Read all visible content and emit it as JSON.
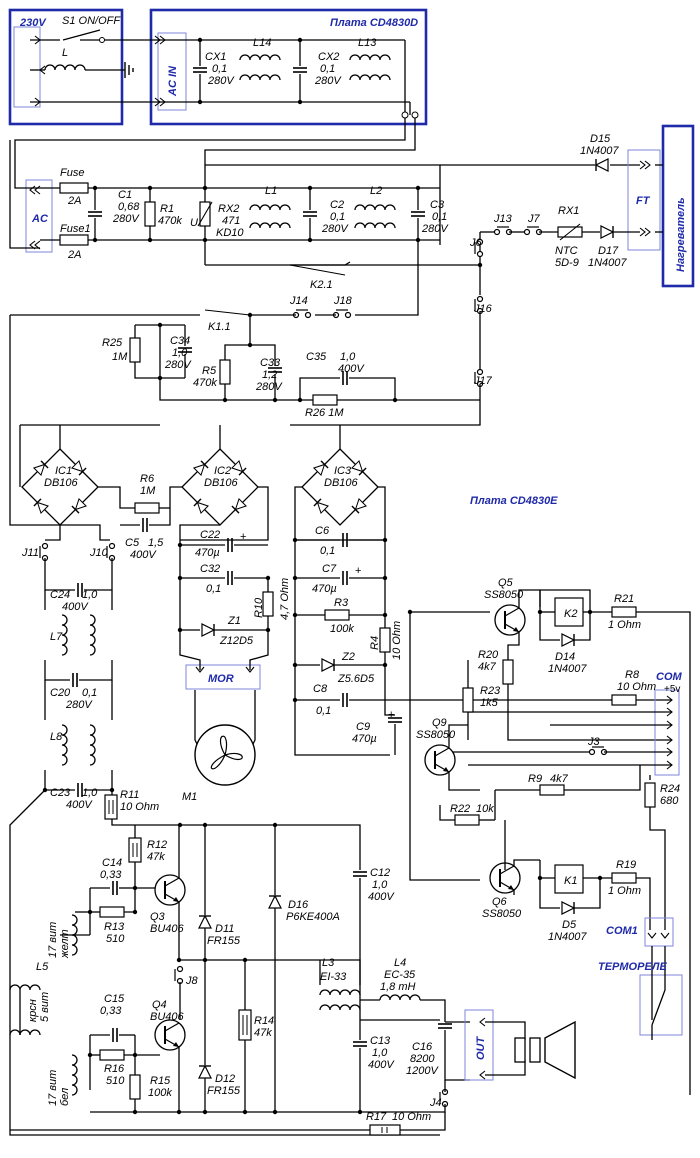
{
  "boards": {
    "b1": "Плата CD4830D",
    "b2": "Плата CD4830E"
  },
  "connectors": {
    "mains": "230V",
    "ac_in": "AC IN",
    "ac": "AC",
    "ft": "FT",
    "heater": "Нагреватель",
    "mor": "MOR",
    "com": "COM",
    "plus5": "+5v",
    "com1": "COM1",
    "thermo": "ТЕРМОРЕЛЕ",
    "out": "OUT"
  },
  "labels": {
    "s1": "S1 ON/OFF",
    "l": "L",
    "cx1": "CX1",
    "cx1v": "0,1",
    "cx1u": "280V",
    "l14": "L14",
    "cx2": "CX2",
    "cx2v": "0,1",
    "cx2u": "280V",
    "l13": "L13",
    "fuse": "Fuse",
    "fusea": "2A",
    "fuse1": "Fuse1",
    "fuse1a": "2A",
    "c1": "C1",
    "c1v": "0,68",
    "c1u": "280V",
    "r1": "R1",
    "r1v": "470k",
    "u": "U",
    "rx2": "RX2",
    "rx2v": "471",
    "rx2u": "KD10",
    "l1": "L1",
    "c2": "C2",
    "c2v": "0,1",
    "c2u": "280V",
    "l2": "L2",
    "c3": "C3",
    "c3v": "0,1",
    "c3u": "280V",
    "d15": "D15",
    "d15v": "1N4007",
    "j13": "J13",
    "j7": "J7",
    "j6": "J6",
    "rx1": "RX1",
    "ntc": "NTC",
    "ntcv": "5D-9",
    "d17": "D17",
    "d17v": "1N4007",
    "k21": "K2.1",
    "j14": "J14",
    "j18": "J18",
    "j16": "J16",
    "j17": "J17",
    "k11": "K1.1",
    "r25": "R25",
    "r25v": "1M",
    "c34": "C34",
    "c34v": "1,0",
    "c34u": "280V",
    "r5": "R5",
    "r5v": "470k",
    "c33": "C33",
    "c33v": "1,2",
    "c33u": "280V",
    "c35": "C35",
    "c35v": "1,0",
    "c35u": "400V",
    "r26": "R26 1M",
    "ic1": "IC1",
    "ic1v": "DB106",
    "ic2": "IC2",
    "ic2v": "DB106",
    "ic3": "IC3",
    "ic3v": "DB106",
    "r6": "R6",
    "r6v": "1M",
    "c5": "C5",
    "c5v": "1,5",
    "c5u": "400V",
    "j11": "J11",
    "j10": "J10",
    "c22": "C22",
    "c22v": "470µ",
    "c32": "C32",
    "c32v": "0,1",
    "r10": "R10",
    "r10v": "4,7 Ohm",
    "z1": "Z1",
    "z1v": "Z12D5",
    "c6": "C6",
    "c6v": "0,1",
    "c7": "C7",
    "c7v": "470µ",
    "r3": "R3",
    "r3v": "100k",
    "r4": "R4",
    "r4v": "10 Ohm",
    "z2": "Z2",
    "z2v": "Z5.6D5",
    "c8": "C8",
    "c8v": "0,1",
    "c9": "C9",
    "c9v": "470µ",
    "m1": "M1",
    "c24": "C24",
    "c24v": "1,0",
    "c24u": "400V",
    "l7": "L7",
    "c20": "C20",
    "c20v": "0,1",
    "c20u": "280V",
    "l8": "L8",
    "c23": "C23",
    "c23v": "1,0",
    "c23u": "400V",
    "r11": "R11",
    "r11v": "10 Ohm",
    "q5": "Q5",
    "q5v": "SS8050",
    "k2": "K2",
    "r21": "R21",
    "r21v": "1 Ohm",
    "r20": "R20",
    "r20v": "4k7",
    "d14": "D14",
    "d14v": "1N4007",
    "r8": "R8",
    "r8v": "10 Ohm",
    "q9": "Q9",
    "q9v": "SS8050",
    "r23": "R23",
    "r23v": "1k5",
    "j3": "J3",
    "r9": "R9",
    "r9v": "4k7",
    "r24": "R24",
    "r24v": "680",
    "r22": "R22",
    "r22v": "10k",
    "q6": "Q6",
    "q6v": "SS8050",
    "k1": "K1",
    "r19": "R19",
    "r19v": "1 Ohm",
    "d5": "D5",
    "d5v": "1N4007",
    "r12": "R12",
    "r12v": "47k",
    "c14": "C14",
    "c14v": "0,33",
    "r13": "R13",
    "r13v": "510",
    "q3": "Q3",
    "q3v": "BU406",
    "d11": "D11",
    "d11v": "FR155",
    "d16": "D16",
    "d16v": "P6KE400A",
    "c12": "C12",
    "c12v": "1,0",
    "c12u": "400V",
    "w17a": "17 вит",
    "w17a2": "желт",
    "l5": "L5",
    "w5": "5 вит",
    "w5b": "крсн",
    "j8": "J8",
    "c15": "C15",
    "c15v": "0,33",
    "q4": "Q4",
    "q4v": "BU406",
    "r16": "R16",
    "r16v": "510",
    "w17b": "17 вит",
    "w17b2": "бел",
    "r15": "R15",
    "r15v": "100k",
    "d12": "D12",
    "d12v": "FR155",
    "r14": "R14",
    "r14v": "47k",
    "l3": "L3",
    "l3v": "EI-33",
    "l4": "L4",
    "l4v": "EC-35",
    "l4u": "1,8 mH",
    "c13": "C13",
    "c13v": "1,0",
    "c13u": "400V",
    "c16": "C16",
    "c16v": "8200",
    "c16u": "1200V",
    "j4": "J4",
    "r17": "R17",
    "r17v": "10 Ohm"
  }
}
